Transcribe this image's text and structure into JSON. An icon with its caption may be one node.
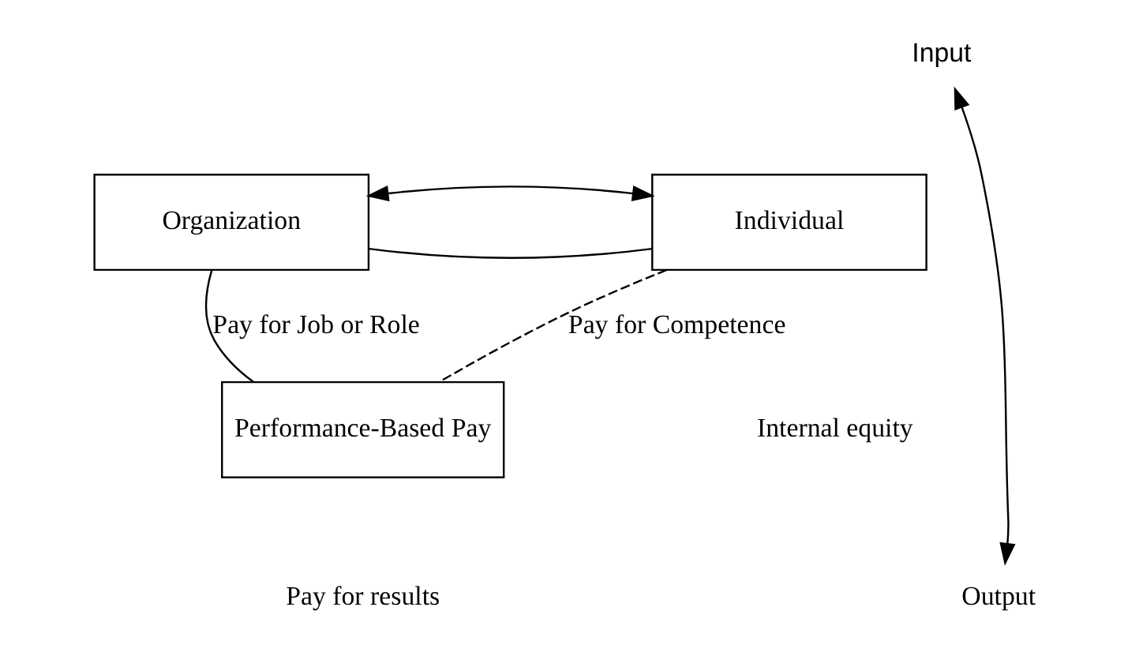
{
  "diagram": {
    "nodes": [
      {
        "text": [
          "Input"
        ]
      },
      {
        "text": [
          "Individual"
        ]
      },
      {
        "text": [
          "Organization"
        ]
      },
      {
        "text": [
          "Performance-Based Pay"
        ],
        "beside": [
          "Pay for results"
        ]
      },
      {
        "text": [
          "Output"
        ]
      }
    ],
    "edges": [
      {
        "from": 4,
        "to": 0,
        "arrow": "both"
      },
      {
        "from": 1,
        "to": 2,
        "arrow": "none"
      },
      {
        "from": 1,
        "to": 2,
        "arrow": "both"
      },
      {
        "from": 1,
        "to": 3,
        "arrow": "none",
        "style": "dashed",
        "label": "Pay for Competence"
      },
      {
        "from": 2,
        "to": 3,
        "arrow": "none",
        "label": "Pay for Job or Role"
      }
    ],
    "labels": [
      "Internal equity"
    ]
  }
}
